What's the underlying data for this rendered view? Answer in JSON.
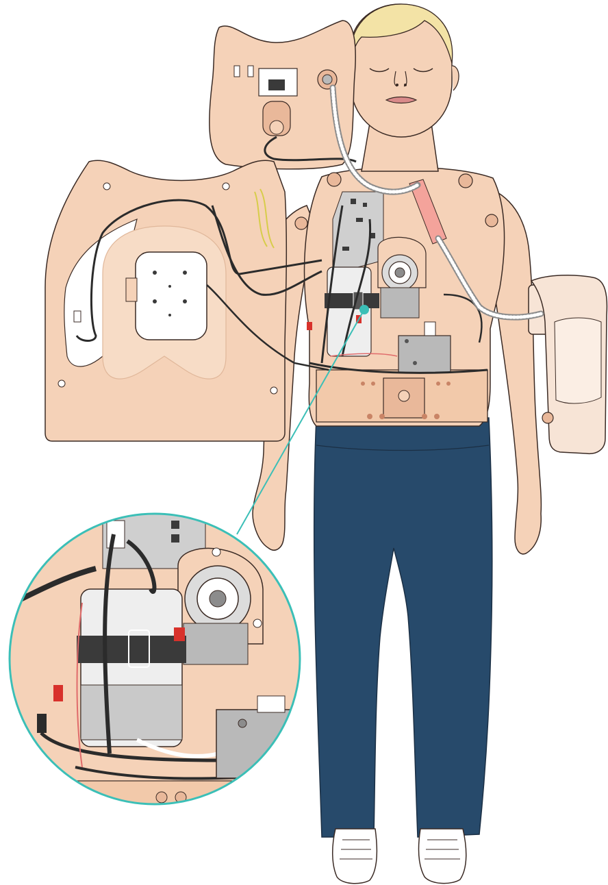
{
  "illustration": {
    "subject": "patient-simulator-manikin",
    "colors": {
      "skin": "#f5d2b8",
      "skin_dark": "#e9b89a",
      "panel": "#f2c9aa",
      "outline": "#3a2a24",
      "hair": "#f3e3a6",
      "pants": "#274a6b",
      "cable": "#2b2b2b",
      "callout": "#3bbfb7",
      "gray_box": "#b9b9b9",
      "red_connector": "#d8312b",
      "white": "#ffffff",
      "tube": "#e06b6b"
    },
    "parts": [
      "head",
      "neck-panel",
      "chest-plate",
      "torso-internals",
      "arms",
      "pants",
      "shoes",
      "bp-cuff",
      "detail-magnifier"
    ],
    "callout_icons": [
      "magnifier-circle",
      "callout-line",
      "callout-dot"
    ]
  }
}
